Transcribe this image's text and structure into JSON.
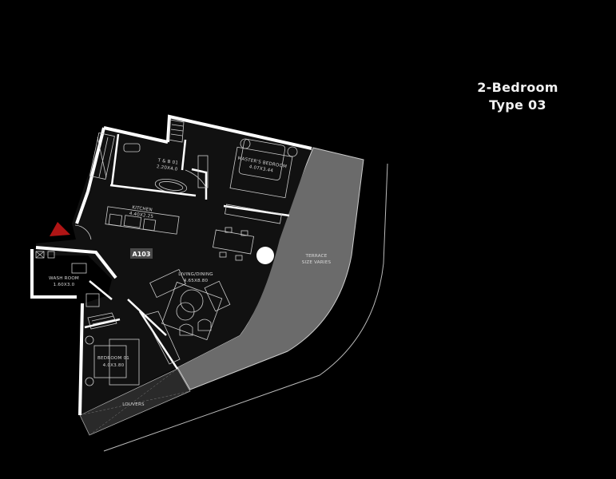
{
  "title": {
    "line1": "2-Bedroom",
    "line2": "Type 03"
  },
  "unit_tag": "A103",
  "rooms": {
    "tb01": {
      "name": "T & B 01",
      "size": "2.20X4.0"
    },
    "master_bedroom": {
      "name": "MASTER'S BEDROOM",
      "size": "4.07X3.44"
    },
    "kitchen": {
      "name": "KITCHEN",
      "size": "4.40X2.25"
    },
    "wash_room": {
      "name": "WASH ROOM",
      "size": "1.60X3.0"
    },
    "living_dining": {
      "name": "LIVING/DINING",
      "size": "4.65X8.80"
    },
    "bedroom01": {
      "name": "BEDROOM 01",
      "size": "4.0X3.80"
    },
    "terrace": {
      "name": "TERRACE",
      "size": "SIZE VARIES"
    },
    "louvers": {
      "name": "LOUVERS"
    }
  },
  "colors": {
    "background": "#000000",
    "wall": "#ffffff",
    "terrace": "#6b6b6b",
    "entry_marker": "#b01515",
    "unit_tag_bg": "#4a4a4a"
  },
  "icons": {
    "entry": "entry-arrow-icon"
  }
}
